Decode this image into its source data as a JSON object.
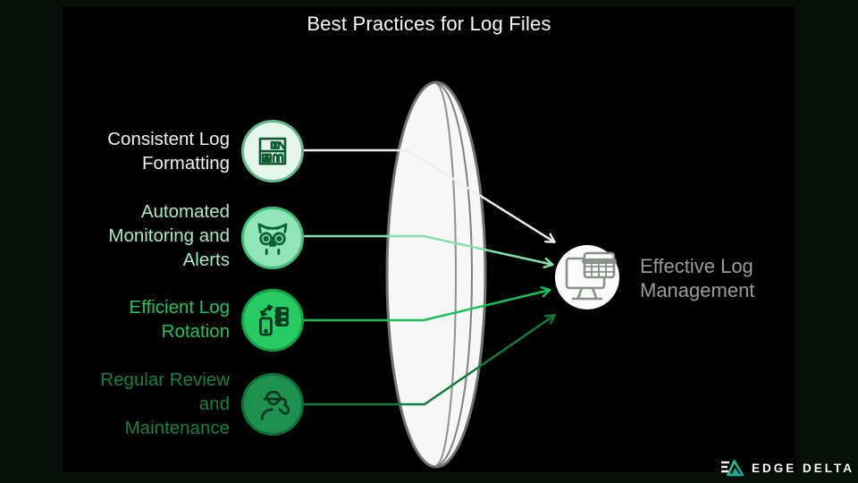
{
  "title": "Best Practices for Log Files",
  "practices": [
    {
      "name": "consistent-log-formatting",
      "lines": [
        "Consistent Log",
        "Formatting"
      ],
      "icon": "bookshelf-icon",
      "text_color": "#eef3ef",
      "circle_fill": "#e6f6ec",
      "circle_ring": "#68b88e",
      "ray_color": "#e8f2ea"
    },
    {
      "name": "automated-monitoring-and-alerts",
      "lines": [
        "Automated",
        "Monitoring and",
        "Alerts"
      ],
      "icon": "owl-icon",
      "text_color": "#a6e9c6",
      "circle_fill": "#92e5b9",
      "circle_ring": "#3fbd77",
      "ray_color": "#86e0ac"
    },
    {
      "name": "efficient-log-rotation",
      "lines": [
        "Efficient Log",
        "Rotation"
      ],
      "icon": "phone-server-rotation-icon",
      "text_color": "#1fc35f",
      "circle_fill": "#27cb64",
      "circle_ring": "#12a148",
      "ray_color": "#16c25a"
    },
    {
      "name": "regular-review-and-maintenance",
      "lines": [
        "Regular Review",
        "and",
        "Maintenance"
      ],
      "icon": "maintenance-worker-icon",
      "text_color": "#15803f",
      "circle_fill": "#1e9150",
      "circle_ring": "#0e6c39",
      "ray_color": "#0d7d3b"
    }
  ],
  "result": {
    "lines": [
      "Effective Log",
      "Management"
    ],
    "icon": "monitor-spreadsheet-icon",
    "text_color": "#9b9b9b",
    "circle_fill": "#fafbfa"
  },
  "lens": {
    "shape": "convex-lens",
    "fill": "#f6f7f6",
    "stroke": "#6d726d"
  },
  "brand": {
    "name": "EDGE DELTA",
    "logo": "edge-delta-logo",
    "accent_green": "#2ecc71",
    "accent_teal": "#1fa3a0"
  },
  "background": {
    "outer": "#070f09",
    "inner": "#000000"
  }
}
